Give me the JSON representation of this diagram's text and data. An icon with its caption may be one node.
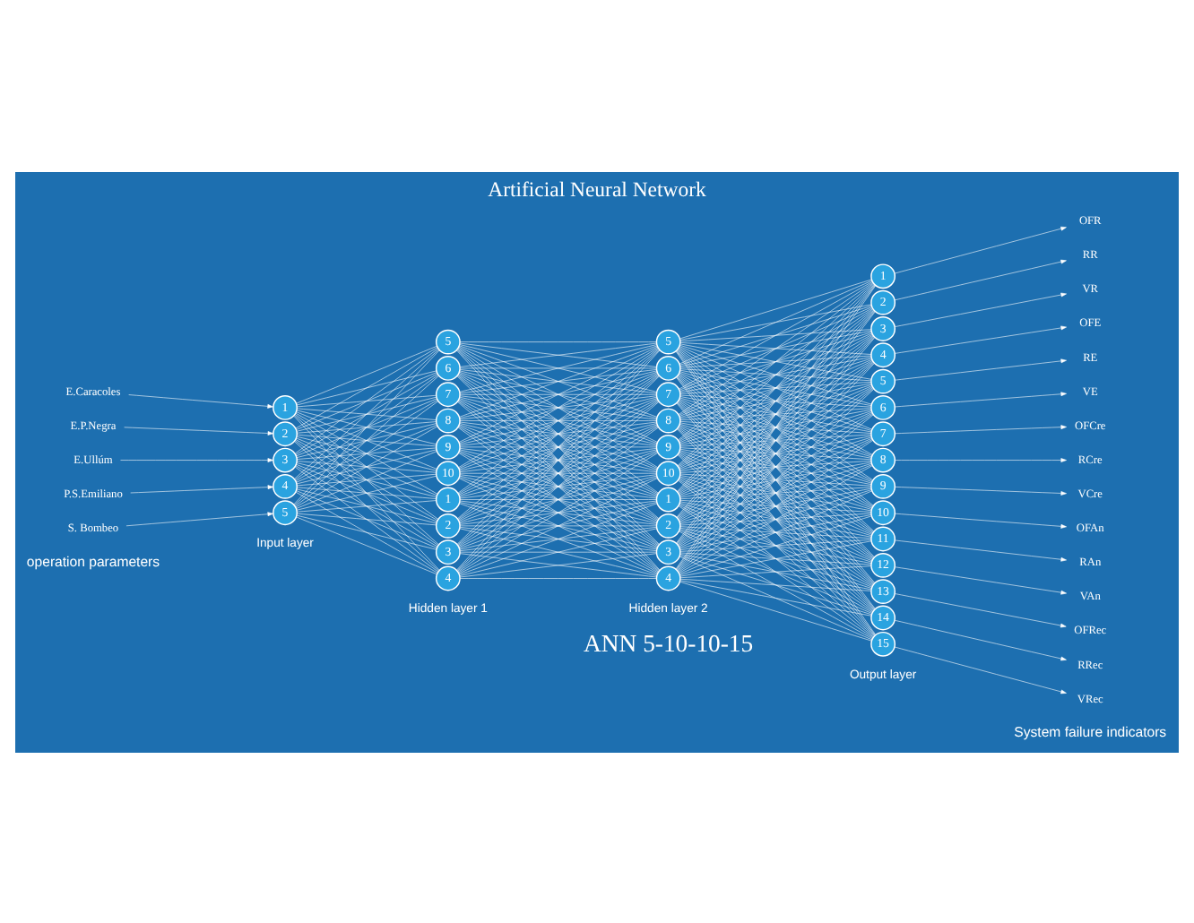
{
  "diagram": {
    "title": "Artificial Neural Network",
    "nodes": [
      {
        "text": [
          "E.Caracoles"
        ]
      },
      {
        "text": [
          "E.P.Negra"
        ]
      },
      {
        "text": [
          "E.Ullúm"
        ]
      },
      {
        "text": [
          "P.S.Emiliano"
        ]
      },
      {
        "text": [
          "S. Bombeo"
        ]
      },
      {
        "text": [
          "1"
        ]
      },
      {
        "text": [
          "2"
        ]
      },
      {
        "text": [
          "3"
        ]
      },
      {
        "text": [
          "4"
        ]
      },
      {
        "text": [
          "5"
        ]
      },
      {
        "text": [
          "1"
        ]
      },
      {
        "text": [
          "2"
        ]
      },
      {
        "text": [
          "3"
        ]
      },
      {
        "text": [
          "4"
        ]
      },
      {
        "text": [
          "5"
        ]
      },
      {
        "text": [
          "6"
        ]
      },
      {
        "text": [
          "7"
        ]
      },
      {
        "text": [
          "8"
        ]
      },
      {
        "text": [
          "9"
        ]
      },
      {
        "text": [
          "10"
        ]
      },
      {
        "text": [
          "1"
        ]
      },
      {
        "text": [
          "2"
        ]
      },
      {
        "text": [
          "3"
        ]
      },
      {
        "text": [
          "4"
        ]
      },
      {
        "text": [
          "5"
        ]
      },
      {
        "text": [
          "6"
        ]
      },
      {
        "text": [
          "7"
        ]
      },
      {
        "text": [
          "8"
        ]
      },
      {
        "text": [
          "9"
        ]
      },
      {
        "text": [
          "10"
        ]
      },
      {
        "text": [
          "1"
        ]
      },
      {
        "text": [
          "2"
        ]
      },
      {
        "text": [
          "3"
        ]
      },
      {
        "text": [
          "4"
        ]
      },
      {
        "text": [
          "5"
        ]
      },
      {
        "text": [
          "6"
        ]
      },
      {
        "text": [
          "7"
        ]
      },
      {
        "text": [
          "8"
        ]
      },
      {
        "text": [
          "9"
        ]
      },
      {
        "text": [
          "10"
        ]
      },
      {
        "text": [
          "11"
        ]
      },
      {
        "text": [
          "12"
        ]
      },
      {
        "text": [
          "13"
        ]
      },
      {
        "text": [
          "14"
        ]
      },
      {
        "text": [
          "15"
        ]
      },
      {
        "text": [
          "OFR"
        ]
      },
      {
        "text": [
          "RR"
        ]
      },
      {
        "text": [
          "VR"
        ]
      },
      {
        "text": [
          "OFE"
        ]
      },
      {
        "text": [
          "RE"
        ]
      },
      {
        "text": [
          "VE"
        ]
      },
      {
        "text": [
          "OFCre"
        ]
      },
      {
        "text": [
          "RCre"
        ]
      },
      {
        "text": [
          "VCre"
        ]
      },
      {
        "text": [
          "OFAn"
        ]
      },
      {
        "text": [
          "RAn"
        ]
      },
      {
        "text": [
          "VAn"
        ]
      },
      {
        "text": [
          "OFRec"
        ]
      },
      {
        "text": [
          "RRec"
        ]
      },
      {
        "text": [
          "VRec"
        ]
      }
    ],
    "edges": [
      {
        "from": 0,
        "to": 5,
        "arrow": "to"
      },
      {
        "from": 1,
        "to": 6,
        "arrow": "to"
      },
      {
        "from": 2,
        "to": 7,
        "arrow": "to"
      },
      {
        "from": 3,
        "to": 8,
        "arrow": "to"
      },
      {
        "from": 4,
        "to": 9,
        "arrow": "to"
      },
      {
        "from": 5,
        "to": 10,
        "arrow": "none"
      },
      {
        "from": 5,
        "to": 11,
        "arrow": "none"
      },
      {
        "from": 5,
        "to": 12,
        "arrow": "none"
      },
      {
        "from": 5,
        "to": 13,
        "arrow": "none"
      },
      {
        "from": 5,
        "to": 14,
        "arrow": "none"
      },
      {
        "from": 5,
        "to": 15,
        "arrow": "none"
      },
      {
        "from": 5,
        "to": 16,
        "arrow": "none"
      },
      {
        "from": 5,
        "to": 17,
        "arrow": "none"
      },
      {
        "from": 5,
        "to": 18,
        "arrow": "none"
      },
      {
        "from": 5,
        "to": 19,
        "arrow": "none"
      },
      {
        "from": 6,
        "to": 10,
        "arrow": "none"
      },
      {
        "from": 6,
        "to": 11,
        "arrow": "none"
      },
      {
        "from": 6,
        "to": 12,
        "arrow": "none"
      },
      {
        "from": 6,
        "to": 13,
        "arrow": "none"
      },
      {
        "from": 6,
        "to": 14,
        "arrow": "none"
      },
      {
        "from": 6,
        "to": 15,
        "arrow": "none"
      },
      {
        "from": 6,
        "to": 16,
        "arrow": "none"
      },
      {
        "from": 6,
        "to": 17,
        "arrow": "none"
      },
      {
        "from": 6,
        "to": 18,
        "arrow": "none"
      },
      {
        "from": 6,
        "to": 19,
        "arrow": "none"
      },
      {
        "from": 7,
        "to": 10,
        "arrow": "none"
      },
      {
        "from": 7,
        "to": 11,
        "arrow": "none"
      },
      {
        "from": 7,
        "to": 12,
        "arrow": "none"
      },
      {
        "from": 7,
        "to": 13,
        "arrow": "none"
      },
      {
        "from": 7,
        "to": 14,
        "arrow": "none"
      },
      {
        "from": 7,
        "to": 15,
        "arrow": "none"
      },
      {
        "from": 7,
        "to": 16,
        "arrow": "none"
      },
      {
        "from": 7,
        "to": 17,
        "arrow": "none"
      },
      {
        "from": 7,
        "to": 18,
        "arrow": "none"
      },
      {
        "from": 7,
        "to": 19,
        "arrow": "none"
      },
      {
        "from": 8,
        "to": 10,
        "arrow": "none"
      },
      {
        "from": 8,
        "to": 11,
        "arrow": "none"
      },
      {
        "from": 8,
        "to": 12,
        "arrow": "none"
      },
      {
        "from": 8,
        "to": 13,
        "arrow": "none"
      },
      {
        "from": 8,
        "to": 14,
        "arrow": "none"
      },
      {
        "from": 8,
        "to": 15,
        "arrow": "none"
      },
      {
        "from": 8,
        "to": 16,
        "arrow": "none"
      },
      {
        "from": 8,
        "to": 17,
        "arrow": "none"
      },
      {
        "from": 8,
        "to": 18,
        "arrow": "none"
      },
      {
        "from": 8,
        "to": 19,
        "arrow": "none"
      },
      {
        "from": 9,
        "to": 10,
        "arrow": "none"
      },
      {
        "from": 9,
        "to": 11,
        "arrow": "none"
      },
      {
        "from": 9,
        "to": 12,
        "arrow": "none"
      },
      {
        "from": 9,
        "to": 13,
        "arrow": "none"
      },
      {
        "from": 9,
        "to": 14,
        "arrow": "none"
      },
      {
        "from": 9,
        "to": 15,
        "arrow": "none"
      },
      {
        "from": 9,
        "to": 16,
        "arrow": "none"
      },
      {
        "from": 9,
        "to": 17,
        "arrow": "none"
      },
      {
        "from": 9,
        "to": 18,
        "arrow": "none"
      },
      {
        "from": 9,
        "to": 19,
        "arrow": "none"
      },
      {
        "from": 10,
        "to": 20,
        "arrow": "none"
      },
      {
        "from": 10,
        "to": 21,
        "arrow": "none"
      },
      {
        "from": 10,
        "to": 22,
        "arrow": "none"
      },
      {
        "from": 10,
        "to": 23,
        "arrow": "none"
      },
      {
        "from": 10,
        "to": 24,
        "arrow": "none"
      },
      {
        "from": 10,
        "to": 25,
        "arrow": "none"
      },
      {
        "from": 10,
        "to": 26,
        "arrow": "none"
      },
      {
        "from": 10,
        "to": 27,
        "arrow": "none"
      },
      {
        "from": 10,
        "to": 28,
        "arrow": "none"
      },
      {
        "from": 10,
        "to": 29,
        "arrow": "none"
      },
      {
        "from": 11,
        "to": 20,
        "arrow": "none"
      },
      {
        "from": 11,
        "to": 21,
        "arrow": "none"
      },
      {
        "from": 11,
        "to": 22,
        "arrow": "none"
      },
      {
        "from": 11,
        "to": 23,
        "arrow": "none"
      },
      {
        "from": 11,
        "to": 24,
        "arrow": "none"
      },
      {
        "from": 11,
        "to": 25,
        "arrow": "none"
      },
      {
        "from": 11,
        "to": 26,
        "arrow": "none"
      },
      {
        "from": 11,
        "to": 27,
        "arrow": "none"
      },
      {
        "from": 11,
        "to": 28,
        "arrow": "none"
      },
      {
        "from": 11,
        "to": 29,
        "arrow": "none"
      },
      {
        "from": 12,
        "to": 20,
        "arrow": "none"
      },
      {
        "from": 12,
        "to": 21,
        "arrow": "none"
      },
      {
        "from": 12,
        "to": 22,
        "arrow": "none"
      },
      {
        "from": 12,
        "to": 23,
        "arrow": "none"
      },
      {
        "from": 12,
        "to": 24,
        "arrow": "none"
      },
      {
        "from": 12,
        "to": 25,
        "arrow": "none"
      },
      {
        "from": 12,
        "to": 26,
        "arrow": "none"
      },
      {
        "from": 12,
        "to": 27,
        "arrow": "none"
      },
      {
        "from": 12,
        "to": 28,
        "arrow": "none"
      },
      {
        "from": 12,
        "to": 29,
        "arrow": "none"
      },
      {
        "from": 13,
        "to": 20,
        "arrow": "none"
      },
      {
        "from": 13,
        "to": 21,
        "arrow": "none"
      },
      {
        "from": 13,
        "to": 22,
        "arrow": "none"
      },
      {
        "from": 13,
        "to": 23,
        "arrow": "none"
      },
      {
        "from": 13,
        "to": 24,
        "arrow": "none"
      },
      {
        "from": 13,
        "to": 25,
        "arrow": "none"
      },
      {
        "from": 13,
        "to": 26,
        "arrow": "none"
      },
      {
        "from": 13,
        "to": 27,
        "arrow": "none"
      },
      {
        "from": 13,
        "to": 28,
        "arrow": "none"
      },
      {
        "from": 13,
        "to": 29,
        "arrow": "none"
      },
      {
        "from": 14,
        "to": 20,
        "arrow": "none"
      },
      {
        "from": 14,
        "to": 21,
        "arrow": "none"
      },
      {
        "from": 14,
        "to": 22,
        "arrow": "none"
      },
      {
        "from": 14,
        "to": 23,
        "arrow": "none"
      },
      {
        "from": 14,
        "to": 24,
        "arrow": "none"
      },
      {
        "from": 14,
        "to": 25,
        "arrow": "none"
      },
      {
        "from": 14,
        "to": 26,
        "arrow": "none"
      },
      {
        "from": 14,
        "to": 27,
        "arrow": "none"
      },
      {
        "from": 14,
        "to": 28,
        "arrow": "none"
      },
      {
        "from": 14,
        "to": 29,
        "arrow": "none"
      },
      {
        "from": 15,
        "to": 20,
        "arrow": "none"
      },
      {
        "from": 15,
        "to": 21,
        "arrow": "none"
      },
      {
        "from": 15,
        "to": 22,
        "arrow": "none"
      },
      {
        "from": 15,
        "to": 23,
        "arrow": "none"
      },
      {
        "from": 15,
        "to": 24,
        "arrow": "none"
      },
      {
        "from": 15,
        "to": 25,
        "arrow": "none"
      },
      {
        "from": 15,
        "to": 26,
        "arrow": "none"
      },
      {
        "from": 15,
        "to": 27,
        "arrow": "none"
      },
      {
        "from": 15,
        "to": 28,
        "arrow": "none"
      },
      {
        "from": 15,
        "to": 29,
        "arrow": "none"
      },
      {
        "from": 16,
        "to": 20,
        "arrow": "none"
      },
      {
        "from": 16,
        "to": 21,
        "arrow": "none"
      },
      {
        "from": 16,
        "to": 22,
        "arrow": "none"
      },
      {
        "from": 16,
        "to": 23,
        "arrow": "none"
      },
      {
        "from": 16,
        "to": 24,
        "arrow": "none"
      },
      {
        "from": 16,
        "to": 25,
        "arrow": "none"
      },
      {
        "from": 16,
        "to": 26,
        "arrow": "none"
      },
      {
        "from": 16,
        "to": 27,
        "arrow": "none"
      },
      {
        "from": 16,
        "to": 28,
        "arrow": "none"
      },
      {
        "from": 16,
        "to": 29,
        "arrow": "none"
      },
      {
        "from": 17,
        "to": 20,
        "arrow": "none"
      },
      {
        "from": 17,
        "to": 21,
        "arrow": "none"
      },
      {
        "from": 17,
        "to": 22,
        "arrow": "none"
      },
      {
        "from": 17,
        "to": 23,
        "arrow": "none"
      },
      {
        "from": 17,
        "to": 24,
        "arrow": "none"
      },
      {
        "from": 17,
        "to": 25,
        "arrow": "none"
      },
      {
        "from": 17,
        "to": 26,
        "arrow": "none"
      },
      {
        "from": 17,
        "to": 27,
        "arrow": "none"
      },
      {
        "from": 17,
        "to": 28,
        "arrow": "none"
      },
      {
        "from": 17,
        "to": 29,
        "arrow": "none"
      },
      {
        "from": 18,
        "to": 20,
        "arrow": "none"
      },
      {
        "from": 18,
        "to": 21,
        "arrow": "none"
      },
      {
        "from": 18,
        "to": 22,
        "arrow": "none"
      },
      {
        "from": 18,
        "to": 23,
        "arrow": "none"
      },
      {
        "from": 18,
        "to": 24,
        "arrow": "none"
      },
      {
        "from": 18,
        "to": 25,
        "arrow": "none"
      },
      {
        "from": 18,
        "to": 26,
        "arrow": "none"
      },
      {
        "from": 18,
        "to": 27,
        "arrow": "none"
      },
      {
        "from": 18,
        "to": 28,
        "arrow": "none"
      },
      {
        "from": 18,
        "to": 29,
        "arrow": "none"
      },
      {
        "from": 19,
        "to": 20,
        "arrow": "none"
      },
      {
        "from": 19,
        "to": 21,
        "arrow": "none"
      },
      {
        "from": 19,
        "to": 22,
        "arrow": "none"
      },
      {
        "from": 19,
        "to": 23,
        "arrow": "none"
      },
      {
        "from": 19,
        "to": 24,
        "arrow": "none"
      },
      {
        "from": 19,
        "to": 25,
        "arrow": "none"
      },
      {
        "from": 19,
        "to": 26,
        "arrow": "none"
      },
      {
        "from": 19,
        "to": 27,
        "arrow": "none"
      },
      {
        "from": 19,
        "to": 28,
        "arrow": "none"
      },
      {
        "from": 19,
        "to": 29,
        "arrow": "none"
      },
      {
        "from": 20,
        "to": 30,
        "arrow": "none"
      },
      {
        "from": 20,
        "to": 31,
        "arrow": "none"
      },
      {
        "from": 20,
        "to": 32,
        "arrow": "none"
      },
      {
        "from": 20,
        "to": 33,
        "arrow": "none"
      },
      {
        "from": 20,
        "to": 34,
        "arrow": "none"
      },
      {
        "from": 20,
        "to": 35,
        "arrow": "none"
      },
      {
        "from": 20,
        "to": 36,
        "arrow": "none"
      },
      {
        "from": 20,
        "to": 37,
        "arrow": "none"
      },
      {
        "from": 20,
        "to": 38,
        "arrow": "none"
      },
      {
        "from": 20,
        "to": 39,
        "arrow": "none"
      },
      {
        "from": 20,
        "to": 40,
        "arrow": "none"
      },
      {
        "from": 20,
        "to": 41,
        "arrow": "none"
      },
      {
        "from": 20,
        "to": 42,
        "arrow": "none"
      },
      {
        "from": 20,
        "to": 43,
        "arrow": "none"
      },
      {
        "from": 20,
        "to": 44,
        "arrow": "none"
      },
      {
        "from": 21,
        "to": 30,
        "arrow": "none"
      },
      {
        "from": 21,
        "to": 31,
        "arrow": "none"
      },
      {
        "from": 21,
        "to": 32,
        "arrow": "none"
      },
      {
        "from": 21,
        "to": 33,
        "arrow": "none"
      },
      {
        "from": 21,
        "to": 34,
        "arrow": "none"
      },
      {
        "from": 21,
        "to": 35,
        "arrow": "none"
      },
      {
        "from": 21,
        "to": 36,
        "arrow": "none"
      },
      {
        "from": 21,
        "to": 37,
        "arrow": "none"
      },
      {
        "from": 21,
        "to": 38,
        "arrow": "none"
      },
      {
        "from": 21,
        "to": 39,
        "arrow": "none"
      },
      {
        "from": 21,
        "to": 40,
        "arrow": "none"
      },
      {
        "from": 21,
        "to": 41,
        "arrow": "none"
      },
      {
        "from": 21,
        "to": 42,
        "arrow": "none"
      },
      {
        "from": 21,
        "to": 43,
        "arrow": "none"
      },
      {
        "from": 21,
        "to": 44,
        "arrow": "none"
      },
      {
        "from": 22,
        "to": 30,
        "arrow": "none"
      },
      {
        "from": 22,
        "to": 31,
        "arrow": "none"
      },
      {
        "from": 22,
        "to": 32,
        "arrow": "none"
      },
      {
        "from": 22,
        "to": 33,
        "arrow": "none"
      },
      {
        "from": 22,
        "to": 34,
        "arrow": "none"
      },
      {
        "from": 22,
        "to": 35,
        "arrow": "none"
      },
      {
        "from": 22,
        "to": 36,
        "arrow": "none"
      },
      {
        "from": 22,
        "to": 37,
        "arrow": "none"
      },
      {
        "from": 22,
        "to": 38,
        "arrow": "none"
      },
      {
        "from": 22,
        "to": 39,
        "arrow": "none"
      },
      {
        "from": 22,
        "to": 40,
        "arrow": "none"
      },
      {
        "from": 22,
        "to": 41,
        "arrow": "none"
      },
      {
        "from": 22,
        "to": 42,
        "arrow": "none"
      },
      {
        "from": 22,
        "to": 43,
        "arrow": "none"
      },
      {
        "from": 22,
        "to": 44,
        "arrow": "none"
      },
      {
        "from": 23,
        "to": 30,
        "arrow": "none"
      },
      {
        "from": 23,
        "to": 31,
        "arrow": "none"
      },
      {
        "from": 23,
        "to": 32,
        "arrow": "none"
      },
      {
        "from": 23,
        "to": 33,
        "arrow": "none"
      },
      {
        "from": 23,
        "to": 34,
        "arrow": "none"
      },
      {
        "from": 23,
        "to": 35,
        "arrow": "none"
      },
      {
        "from": 23,
        "to": 36,
        "arrow": "none"
      },
      {
        "from": 23,
        "to": 37,
        "arrow": "none"
      },
      {
        "from": 23,
        "to": 38,
        "arrow": "none"
      },
      {
        "from": 23,
        "to": 39,
        "arrow": "none"
      },
      {
        "from": 23,
        "to": 40,
        "arrow": "none"
      },
      {
        "from": 23,
        "to": 41,
        "arrow": "none"
      },
      {
        "from": 23,
        "to": 42,
        "arrow": "none"
      },
      {
        "from": 23,
        "to": 43,
        "arrow": "none"
      },
      {
        "from": 23,
        "to": 44,
        "arrow": "none"
      },
      {
        "from": 24,
        "to": 30,
        "arrow": "none"
      },
      {
        "from": 24,
        "to": 31,
        "arrow": "none"
      },
      {
        "from": 24,
        "to": 32,
        "arrow": "none"
      },
      {
        "from": 24,
        "to": 33,
        "arrow": "none"
      },
      {
        "from": 24,
        "to": 34,
        "arrow": "none"
      },
      {
        "from": 24,
        "to": 35,
        "arrow": "none"
      },
      {
        "from": 24,
        "to": 36,
        "arrow": "none"
      },
      {
        "from": 24,
        "to": 37,
        "arrow": "none"
      },
      {
        "from": 24,
        "to": 38,
        "arrow": "none"
      },
      {
        "from": 24,
        "to": 39,
        "arrow": "none"
      },
      {
        "from": 24,
        "to": 40,
        "arrow": "none"
      },
      {
        "from": 24,
        "to": 41,
        "arrow": "none"
      },
      {
        "from": 24,
        "to": 42,
        "arrow": "none"
      },
      {
        "from": 24,
        "to": 43,
        "arrow": "none"
      },
      {
        "from": 24,
        "to": 44,
        "arrow": "none"
      },
      {
        "from": 25,
        "to": 30,
        "arrow": "none"
      },
      {
        "from": 25,
        "to": 31,
        "arrow": "none"
      },
      {
        "from": 25,
        "to": 32,
        "arrow": "none"
      },
      {
        "from": 25,
        "to": 33,
        "arrow": "none"
      },
      {
        "from": 25,
        "to": 34,
        "arrow": "none"
      },
      {
        "from": 25,
        "to": 35,
        "arrow": "none"
      },
      {
        "from": 25,
        "to": 36,
        "arrow": "none"
      },
      {
        "from": 25,
        "to": 37,
        "arrow": "none"
      },
      {
        "from": 25,
        "to": 38,
        "arrow": "none"
      },
      {
        "from": 25,
        "to": 39,
        "arrow": "none"
      },
      {
        "from": 25,
        "to": 40,
        "arrow": "none"
      },
      {
        "from": 25,
        "to": 41,
        "arrow": "none"
      },
      {
        "from": 25,
        "to": 42,
        "arrow": "none"
      },
      {
        "from": 25,
        "to": 43,
        "arrow": "none"
      },
      {
        "from": 25,
        "to": 44,
        "arrow": "none"
      },
      {
        "from": 26,
        "to": 30,
        "arrow": "none"
      },
      {
        "from": 26,
        "to": 31,
        "arrow": "none"
      },
      {
        "from": 26,
        "to": 32,
        "arrow": "none"
      },
      {
        "from": 26,
        "to": 33,
        "arrow": "none"
      },
      {
        "from": 26,
        "to": 34,
        "arrow": "none"
      },
      {
        "from": 26,
        "to": 35,
        "arrow": "none"
      },
      {
        "from": 26,
        "to": 36,
        "arrow": "none"
      },
      {
        "from": 26,
        "to": 37,
        "arrow": "none"
      },
      {
        "from": 26,
        "to": 38,
        "arrow": "none"
      },
      {
        "from": 26,
        "to": 39,
        "arrow": "none"
      },
      {
        "from": 26,
        "to": 40,
        "arrow": "none"
      },
      {
        "from": 26,
        "to": 41,
        "arrow": "none"
      },
      {
        "from": 26,
        "to": 42,
        "arrow": "none"
      },
      {
        "from": 26,
        "to": 43,
        "arrow": "none"
      },
      {
        "from": 26,
        "to": 44,
        "arrow": "none"
      },
      {
        "from": 27,
        "to": 30,
        "arrow": "none"
      },
      {
        "from": 27,
        "to": 31,
        "arrow": "none"
      },
      {
        "from": 27,
        "to": 32,
        "arrow": "none"
      },
      {
        "from": 27,
        "to": 33,
        "arrow": "none"
      },
      {
        "from": 27,
        "to": 34,
        "arrow": "none"
      },
      {
        "from": 27,
        "to": 35,
        "arrow": "none"
      },
      {
        "from": 27,
        "to": 36,
        "arrow": "none"
      },
      {
        "from": 27,
        "to": 37,
        "arrow": "none"
      },
      {
        "from": 27,
        "to": 38,
        "arrow": "none"
      },
      {
        "from": 27,
        "to": 39,
        "arrow": "none"
      },
      {
        "from": 27,
        "to": 40,
        "arrow": "none"
      },
      {
        "from": 27,
        "to": 41,
        "arrow": "none"
      },
      {
        "from": 27,
        "to": 42,
        "arrow": "none"
      },
      {
        "from": 27,
        "to": 43,
        "arrow": "none"
      },
      {
        "from": 27,
        "to": 44,
        "arrow": "none"
      },
      {
        "from": 28,
        "to": 30,
        "arrow": "none"
      },
      {
        "from": 28,
        "to": 31,
        "arrow": "none"
      },
      {
        "from": 28,
        "to": 32,
        "arrow": "none"
      },
      {
        "from": 28,
        "to": 33,
        "arrow": "none"
      },
      {
        "from": 28,
        "to": 34,
        "arrow": "none"
      },
      {
        "from": 28,
        "to": 35,
        "arrow": "none"
      },
      {
        "from": 28,
        "to": 36,
        "arrow": "none"
      },
      {
        "from": 28,
        "to": 37,
        "arrow": "none"
      },
      {
        "from": 28,
        "to": 38,
        "arrow": "none"
      },
      {
        "from": 28,
        "to": 39,
        "arrow": "none"
      },
      {
        "from": 28,
        "to": 40,
        "arrow": "none"
      },
      {
        "from": 28,
        "to": 41,
        "arrow": "none"
      },
      {
        "from": 28,
        "to": 42,
        "arrow": "none"
      },
      {
        "from": 28,
        "to": 43,
        "arrow": "none"
      },
      {
        "from": 28,
        "to": 44,
        "arrow": "none"
      },
      {
        "from": 29,
        "to": 30,
        "arrow": "none"
      },
      {
        "from": 29,
        "to": 31,
        "arrow": "none"
      },
      {
        "from": 29,
        "to": 32,
        "arrow": "none"
      },
      {
        "from": 29,
        "to": 33,
        "arrow": "none"
      },
      {
        "from": 29,
        "to": 34,
        "arrow": "none"
      },
      {
        "from": 29,
        "to": 35,
        "arrow": "none"
      },
      {
        "from": 29,
        "to": 36,
        "arrow": "none"
      },
      {
        "from": 29,
        "to": 37,
        "arrow": "none"
      },
      {
        "from": 29,
        "to": 38,
        "arrow": "none"
      },
      {
        "from": 29,
        "to": 39,
        "arrow": "none"
      },
      {
        "from": 29,
        "to": 40,
        "arrow": "none"
      },
      {
        "from": 29,
        "to": 41,
        "arrow": "none"
      },
      {
        "from": 29,
        "to": 42,
        "arrow": "none"
      },
      {
        "from": 29,
        "to": 43,
        "arrow": "none"
      },
      {
        "from": 29,
        "to": 44,
        "arrow": "none"
      },
      {
        "from": 30,
        "to": 45,
        "arrow": "to"
      },
      {
        "from": 31,
        "to": 46,
        "arrow": "to"
      },
      {
        "from": 32,
        "to": 47,
        "arrow": "to"
      },
      {
        "from": 33,
        "to": 48,
        "arrow": "to"
      },
      {
        "from": 34,
        "to": 49,
        "arrow": "to"
      },
      {
        "from": 35,
        "to": 50,
        "arrow": "to"
      },
      {
        "from": 36,
        "to": 51,
        "arrow": "to"
      },
      {
        "from": 37,
        "to": 52,
        "arrow": "to"
      },
      {
        "from": 38,
        "to": 53,
        "arrow": "to"
      },
      {
        "from": 39,
        "to": 54,
        "arrow": "to"
      },
      {
        "from": 40,
        "to": 55,
        "arrow": "to"
      },
      {
        "from": 41,
        "to": 56,
        "arrow": "to"
      },
      {
        "from": 42,
        "to": 57,
        "arrow": "to"
      },
      {
        "from": 43,
        "to": 58,
        "arrow": "to"
      },
      {
        "from": 44,
        "to": 59,
        "arrow": "to"
      }
    ],
    "labels": [
      "ANN 5-10-10-15",
      "Input layer",
      "Hidden layer 1",
      "Hidden layer 2",
      "Output layer",
      "operation parameters",
      "System failure indicators"
    ]
  }
}
